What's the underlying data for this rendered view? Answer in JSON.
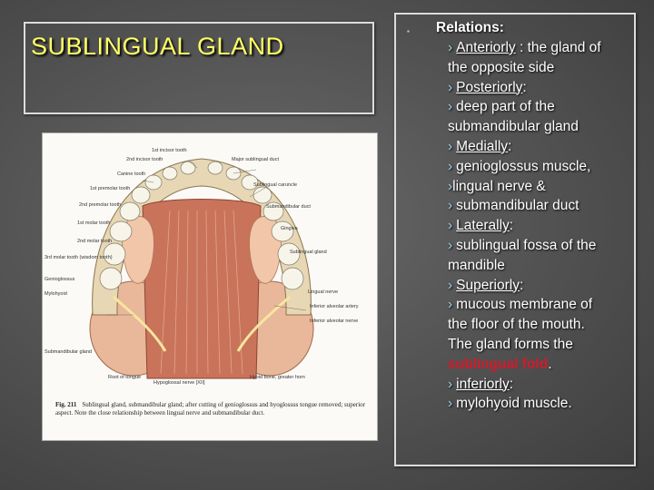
{
  "slide": {
    "title": "SUBLINGUAL GLAND"
  },
  "figure": {
    "labels_left": [
      "1st incisor tooth",
      "2nd incisor tooth",
      "Canine tooth",
      "1st premolar tooth",
      "2nd premolar tooth",
      "1st molar tooth",
      "2nd molar tooth",
      "3rd molar tooth (wisdom tooth)",
      "Genioglossus",
      "Mylohyoid",
      "Submandibular gland",
      "Root of tongue"
    ],
    "labels_right": [
      "Major sublingual duct",
      "Sublingual caruncle",
      "Submandibular duct",
      "Gingiva",
      "Sublingual gland",
      "Lingual nerve",
      "Inferior alveolar artery",
      "Inferior alveolar nerve",
      "Hyoid bone, greater horn"
    ],
    "label_bottom": "Hypoglossal nerve [XII]",
    "caption_lead": "Fig. 211",
    "caption_text": "Sublingual gland, submandibular gland; after cutting of genioglossus and hyoglossus tongue removed; superior aspect. Note the close relationship between lingual nerve and submandibular duct."
  },
  "relations": {
    "heading": "Relations:",
    "chevron": "›",
    "anteriorly_label": "Anteriorly",
    "anteriorly_text_1": ": the gland of",
    "anteriorly_text_2": "the opposite side",
    "posteriorly_label": "Posteriorly",
    "colon": ":",
    "posteriorly_text_1": "deep part of the",
    "posteriorly_text_2": "submandibular gland",
    "medially_label": "Medially",
    "medially_item_1": "genioglossus muscle,",
    "medially_item_2": "lingual nerve &",
    "medially_item_3": "submandibular duct",
    "laterally_label": "Laterally",
    "laterally_text_1": "sublingual fossa of the",
    "laterally_text_2": "mandible",
    "superiorly_label": "Superiorly",
    "superiorly_text_1": "mucous membrane of",
    "superiorly_text_2": "the floor of the mouth.",
    "superiorly_text_3": "The gland forms the",
    "sublingual_fold": "sublingual fold",
    "period": ".",
    "inferiorly_label": "inferiorly",
    "inferiorly_text": "mylohyoid muscle."
  },
  "colors": {
    "title": "#ffff66",
    "highlight": "#d41a2a",
    "chevron": "#9ed0e6"
  }
}
